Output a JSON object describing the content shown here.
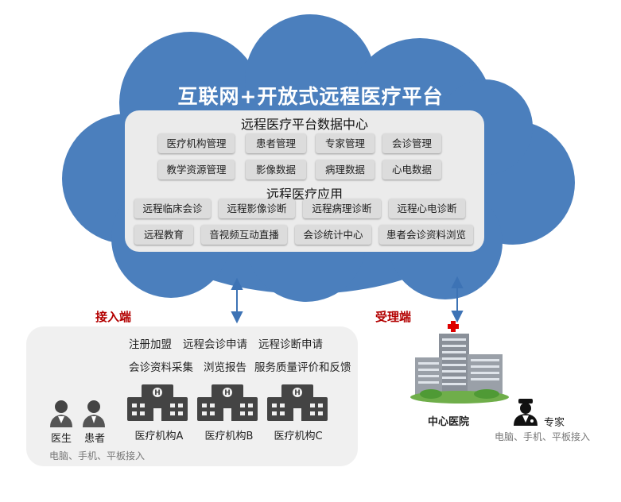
{
  "title": "互联网+开放式远程医疗平台",
  "data_center": {
    "title": "远程医疗平台数据中心",
    "items": [
      "医疗机构管理",
      "患者管理",
      "专家管理",
      "会诊管理",
      "教学资源管理",
      "影像数据",
      "病理数据",
      "心电数据"
    ]
  },
  "applications": {
    "title": "远程医疗应用",
    "items": [
      "远程临床会诊",
      "远程影像诊断",
      "远程病理诊断",
      "远程心电诊断",
      "远程教育",
      "音视频互动直播",
      "会诊统计中心",
      "患者会诊资料浏览"
    ]
  },
  "access": {
    "label": "接入端",
    "features": [
      "注册加盟",
      "远程会诊申请",
      "远程诊断申请",
      "会诊资料采集",
      "浏览报告",
      "服务质量评价和反馈"
    ],
    "doctor": "医生",
    "patient": "患者",
    "institutions": [
      "医疗机构A",
      "医疗机构B",
      "医疗机构C"
    ],
    "devices": "电脑、手机、平板接入"
  },
  "receive": {
    "label": "受理端",
    "hospital": "中心医院",
    "expert": "专家",
    "devices": "电脑、手机、平板接入"
  },
  "colors": {
    "cloud": "#4b7fbd",
    "red": "#b30000",
    "arrow": "#3d73b5"
  }
}
